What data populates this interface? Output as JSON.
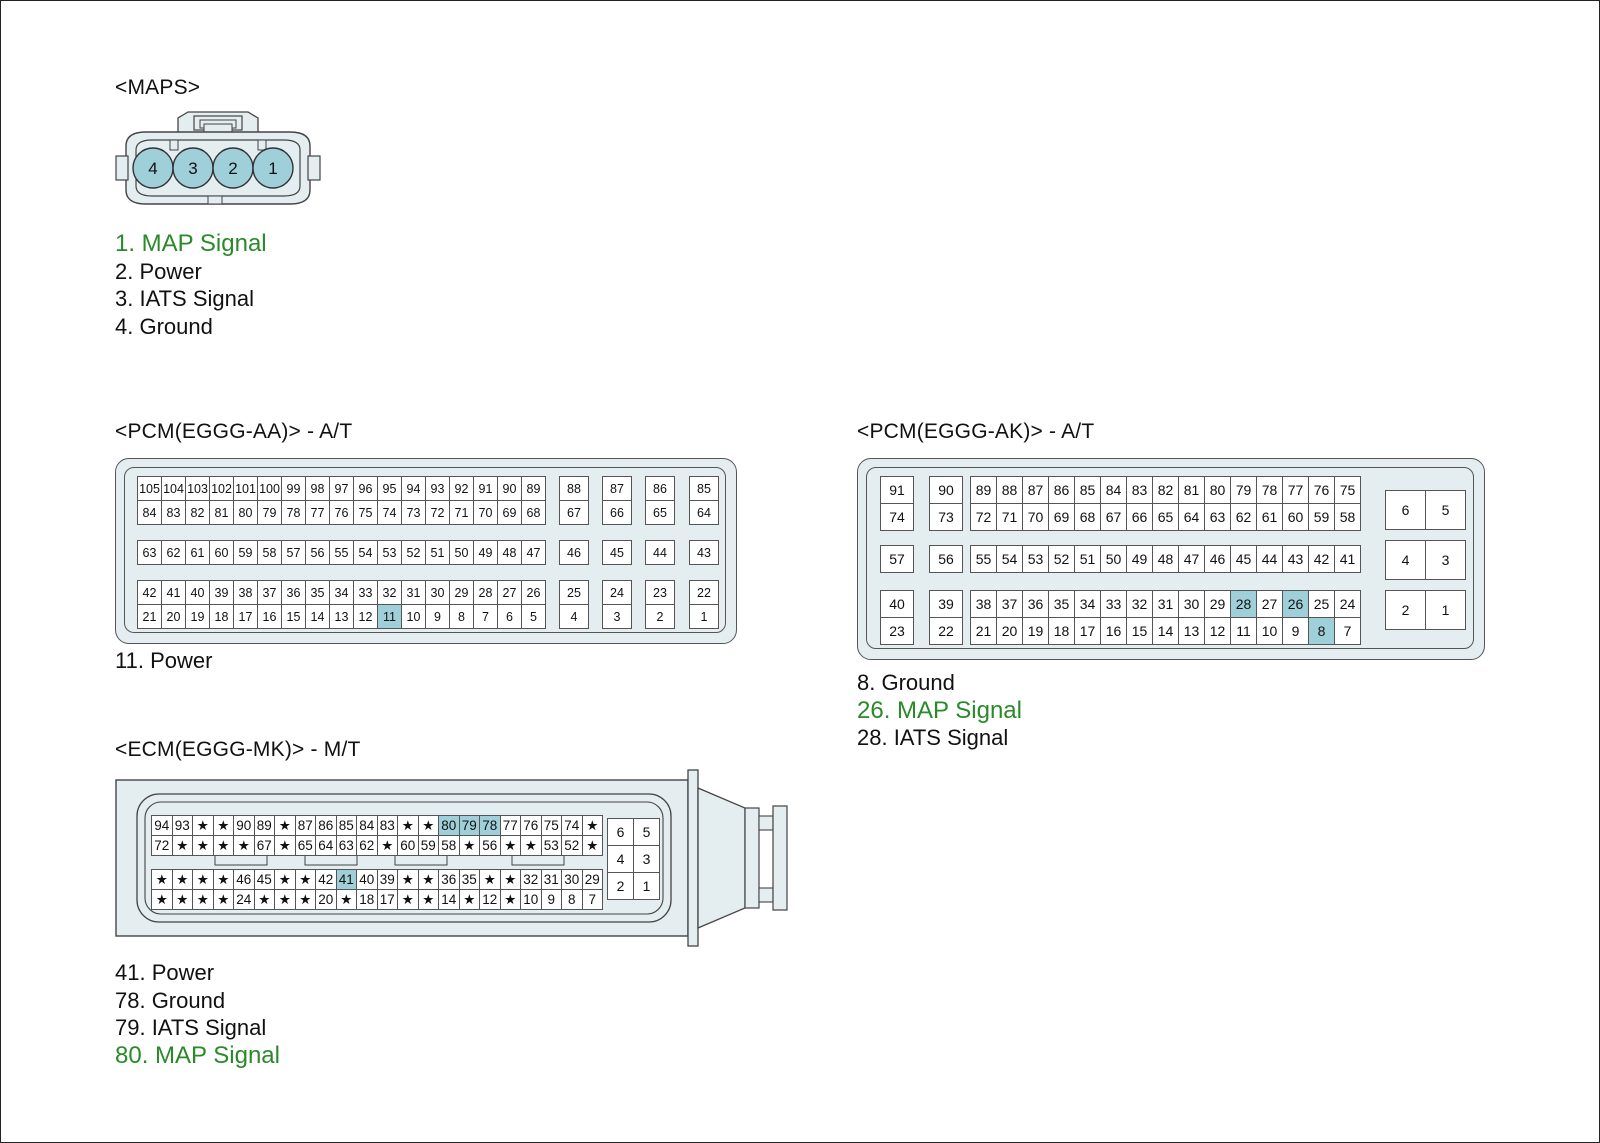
{
  "colors": {
    "highlight": "#9fd0da",
    "housing": "#e4edf0",
    "signal_text": "#2a8a2a",
    "outline": "#555555"
  },
  "maps": {
    "title": "<MAPS>",
    "pins": [
      "4",
      "3",
      "2",
      "1"
    ],
    "legend": [
      {
        "text": "1. MAP Signal",
        "highlight": true
      },
      {
        "text": "2. Power",
        "highlight": false
      },
      {
        "text": "3. IATS Signal",
        "highlight": false
      },
      {
        "text": "4. Ground",
        "highlight": false
      }
    ]
  },
  "pcm_aa": {
    "title": "<PCM(EGGG-AA)> - A/T",
    "highlighted_pins": [
      "11"
    ],
    "groups": [
      {
        "rows": [
          [
            "105",
            "104",
            "103",
            "102",
            "101",
            "100",
            "99",
            "98",
            "97",
            "96",
            "95",
            "94",
            "93",
            "92",
            "91",
            "90",
            "89"
          ],
          [
            "84",
            "83",
            "82",
            "81",
            "80",
            "79",
            "78",
            "77",
            "76",
            "75",
            "74",
            "73",
            "72",
            "71",
            "70",
            "69",
            "68"
          ]
        ]
      },
      {
        "rows": [
          [
            "88"
          ],
          [
            "67"
          ]
        ]
      },
      {
        "rows": [
          [
            "87"
          ],
          [
            "66"
          ]
        ]
      },
      {
        "rows": [
          [
            "86"
          ],
          [
            "65"
          ]
        ]
      },
      {
        "rows": [
          [
            "85"
          ],
          [
            "64"
          ]
        ]
      },
      {
        "rows": [
          [
            "63",
            "62",
            "61",
            "60",
            "59",
            "58",
            "57",
            "56",
            "55",
            "54",
            "53",
            "52",
            "51",
            "50",
            "49",
            "48",
            "47"
          ]
        ]
      },
      {
        "rows": [
          [
            "46"
          ]
        ]
      },
      {
        "rows": [
          [
            "45"
          ]
        ]
      },
      {
        "rows": [
          [
            "44"
          ]
        ]
      },
      {
        "rows": [
          [
            "43"
          ]
        ]
      },
      {
        "rows": [
          [
            "42",
            "41",
            "40",
            "39",
            "38",
            "37",
            "36",
            "35",
            "34",
            "33",
            "32",
            "31",
            "30",
            "29",
            "28",
            "27",
            "26"
          ],
          [
            "21",
            "20",
            "19",
            "18",
            "17",
            "16",
            "15",
            "14",
            "13",
            "12",
            "11",
            "10",
            "9",
            "8",
            "7",
            "6",
            "5"
          ]
        ]
      },
      {
        "rows": [
          [
            "25"
          ],
          [
            "4"
          ]
        ]
      },
      {
        "rows": [
          [
            "24"
          ],
          [
            "3"
          ]
        ]
      },
      {
        "rows": [
          [
            "23"
          ],
          [
            "2"
          ]
        ]
      },
      {
        "rows": [
          [
            "22"
          ],
          [
            "1"
          ]
        ]
      }
    ],
    "legend": [
      {
        "text": "11. Power",
        "highlight": false
      }
    ]
  },
  "pcm_ak": {
    "title": "<PCM(EGGG-AK)> - A/T",
    "highlighted_pins": [
      "28",
      "26",
      "8"
    ],
    "groups": [
      {
        "rows": [
          [
            "91"
          ],
          [
            "74"
          ]
        ]
      },
      {
        "rows": [
          [
            "90"
          ],
          [
            "73"
          ]
        ]
      },
      {
        "rows": [
          [
            "89",
            "88",
            "87",
            "86",
            "85",
            "84",
            "83",
            "82",
            "81",
            "80",
            "79",
            "78",
            "77",
            "76",
            "75"
          ],
          [
            "72",
            "71",
            "70",
            "69",
            "68",
            "67",
            "66",
            "65",
            "64",
            "63",
            "62",
            "61",
            "60",
            "59",
            "58"
          ]
        ]
      },
      {
        "rows": [
          [
            "57"
          ]
        ]
      },
      {
        "rows": [
          [
            "56"
          ]
        ]
      },
      {
        "rows": [
          [
            "55",
            "54",
            "53",
            "52",
            "51",
            "50",
            "49",
            "48",
            "47",
            "46",
            "45",
            "44",
            "43",
            "42",
            "41"
          ]
        ]
      },
      {
        "rows": [
          [
            "40"
          ],
          [
            "23"
          ]
        ]
      },
      {
        "rows": [
          [
            "39"
          ],
          [
            "22"
          ]
        ]
      },
      {
        "rows": [
          [
            "38",
            "37",
            "36",
            "35",
            "34",
            "33",
            "32",
            "31",
            "30",
            "29",
            "28",
            "27",
            "26",
            "25",
            "24"
          ],
          [
            "21",
            "20",
            "19",
            "18",
            "17",
            "16",
            "15",
            "14",
            "13",
            "12",
            "11",
            "10",
            "9",
            "8",
            "7"
          ]
        ]
      },
      {
        "rows": [
          [
            "6",
            "5"
          ]
        ]
      },
      {
        "rows": [
          [
            "4",
            "3"
          ]
        ]
      },
      {
        "rows": [
          [
            "2",
            "1"
          ]
        ]
      }
    ],
    "legend": [
      {
        "text": "8. Ground",
        "highlight": false
      },
      {
        "text": "26. MAP Signal",
        "highlight": true
      },
      {
        "text": "28. IATS Signal",
        "highlight": false
      }
    ]
  },
  "ecm_mk": {
    "title": "<ECM(EGGG-MK)> - M/T",
    "highlighted_pins": [
      "80",
      "79",
      "78",
      "41"
    ],
    "star_glyph": "★",
    "groups": [
      {
        "rows": [
          [
            "94",
            "93",
            "*",
            "*",
            "90",
            "89",
            "*",
            "87",
            "86",
            "85",
            "84",
            "83",
            "*",
            "*",
            "80",
            "79",
            "78",
            "77",
            "76",
            "75",
            "74",
            "*"
          ],
          [
            "72",
            "*",
            "*",
            "*",
            "*",
            "67",
            "*",
            "65",
            "64",
            "63",
            "62",
            "*",
            "60",
            "59",
            "58",
            "*",
            "56",
            "*",
            "*",
            "53",
            "52",
            "*"
          ]
        ]
      },
      {
        "rows": [
          [
            "*",
            "*",
            "*",
            "*",
            "46",
            "45",
            "*",
            "*",
            "42",
            "41",
            "40",
            "39",
            "*",
            "*",
            "36",
            "35",
            "*",
            "*",
            "32",
            "31",
            "30",
            "29"
          ],
          [
            "*",
            "*",
            "*",
            "*",
            "24",
            "*",
            "*",
            "*",
            "20",
            "*",
            "18",
            "17",
            "*",
            "*",
            "14",
            "*",
            "12",
            "*",
            "10",
            "9",
            "8",
            "7"
          ]
        ]
      },
      {
        "rows": [
          [
            "6",
            "5"
          ],
          [
            "4",
            "3"
          ],
          [
            "2",
            "1"
          ]
        ]
      }
    ],
    "legend": [
      {
        "text": "41. Power",
        "highlight": false
      },
      {
        "text": "78. Ground",
        "highlight": false
      },
      {
        "text": "79. IATS Signal",
        "highlight": false
      },
      {
        "text": "80. MAP Signal",
        "highlight": true
      }
    ]
  }
}
